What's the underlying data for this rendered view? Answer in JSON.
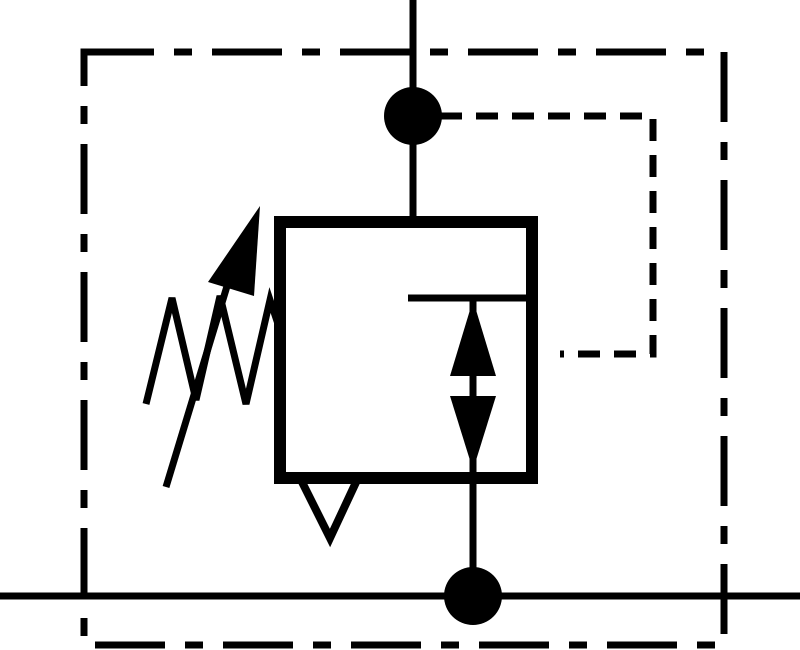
{
  "diagram": {
    "kind": "pneumatic pressure regulator symbol",
    "colors": {
      "stroke": "#000000",
      "background": "#ffffff"
    },
    "elements": [
      "housing-boundary",
      "supply-line",
      "outlet-line",
      "supply-junction-dot",
      "outlet-junction-dot",
      "valve-body",
      "adjustable-spring",
      "adjust-arrow",
      "flow-path-arrows",
      "pilot-line",
      "exhaust-triangle"
    ]
  }
}
